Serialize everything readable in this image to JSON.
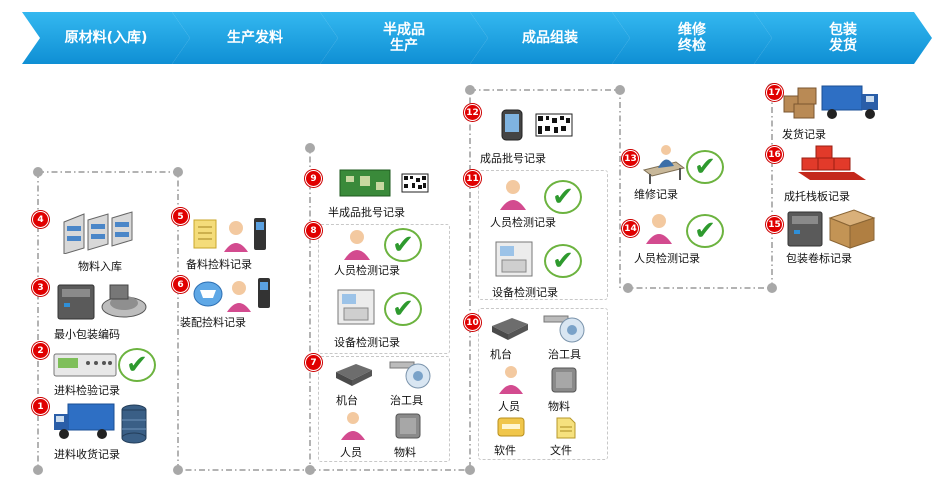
{
  "header": {
    "steps": [
      {
        "label": "原材料(入库)"
      },
      {
        "label": "生产发料"
      },
      {
        "label": "半成品\n生产"
      },
      {
        "label": "成品组装"
      },
      {
        "label": "维修\n终检"
      },
      {
        "label": "包装\n发货"
      }
    ]
  },
  "colors": {
    "chevron": "#1aa6e8",
    "chevron_dark": "#0d86c9",
    "badge": "#e00000",
    "connector": "#9a9a9a",
    "box_border": "#c8c8c8"
  },
  "col1": {
    "items": [
      {
        "num": "4",
        "label": "物料入库",
        "icon": "warehouse-shelves-icon"
      },
      {
        "num": "3",
        "label": "最小包装编码",
        "icon": "label-printer-icon"
      },
      {
        "num": "2",
        "label": "进料检验记录",
        "icon": "test-instrument-icon"
      },
      {
        "num": "1",
        "label": "进料收货记录",
        "icon": "delivery-truck-icon"
      }
    ]
  },
  "col2": {
    "items": [
      {
        "num": "5",
        "label": "备料捡料记录",
        "icon": "document-person-scanner-icon"
      },
      {
        "num": "6",
        "label": "装配捡料记录",
        "icon": "cart-person-scanner-icon"
      }
    ]
  },
  "col3": {
    "items": [
      {
        "num": "9",
        "label": "半成品批号记录",
        "icon": "pcb-barcode-icon"
      },
      {
        "num": "8",
        "label": "人员检测记录",
        "icon": "person-approved-icon"
      },
      {
        "num": "",
        "label": "设备检测记录",
        "icon": "machine-approved-icon"
      },
      {
        "num": "7",
        "label": "机台",
        "icon": "machine-icon"
      },
      {
        "num": "",
        "label": "治工具",
        "icon": "fixture-icon"
      },
      {
        "num": "",
        "label": "人员",
        "icon": "person-icon"
      },
      {
        "num": "",
        "label": "物料",
        "icon": "material-icon"
      }
    ]
  },
  "col4": {
    "items": [
      {
        "num": "12",
        "label": "成品批号记录",
        "icon": "phone-barcode-icon"
      },
      {
        "num": "11",
        "label": "人员检测记录",
        "icon": "person-approved-icon"
      },
      {
        "num": "",
        "label": "设备检测记录",
        "icon": "machine-approved-icon"
      },
      {
        "num": "10",
        "label": "机台",
        "icon": "machine-icon"
      },
      {
        "num": "",
        "label": "治工具",
        "icon": "fixture-icon"
      },
      {
        "num": "",
        "label": "人员",
        "icon": "person-icon"
      },
      {
        "num": "",
        "label": "物料",
        "icon": "material-icon"
      },
      {
        "num": "",
        "label": "软件",
        "icon": "software-key-icon"
      },
      {
        "num": "",
        "label": "文件",
        "icon": "file-icon"
      }
    ]
  },
  "col5": {
    "items": [
      {
        "num": "13",
        "label": "维修记录",
        "icon": "repair-approved-icon"
      },
      {
        "num": "14",
        "label": "人员检测记录",
        "icon": "person-approved-icon"
      }
    ]
  },
  "col6": {
    "items": [
      {
        "num": "17",
        "label": "发货记录",
        "icon": "boxes-truck-icon"
      },
      {
        "num": "16",
        "label": "成托栈板记录",
        "icon": "pallet-icon"
      },
      {
        "num": "15",
        "label": "包装卷标记录",
        "icon": "printer-box-icon"
      }
    ]
  },
  "approve_text": "APPROVED"
}
